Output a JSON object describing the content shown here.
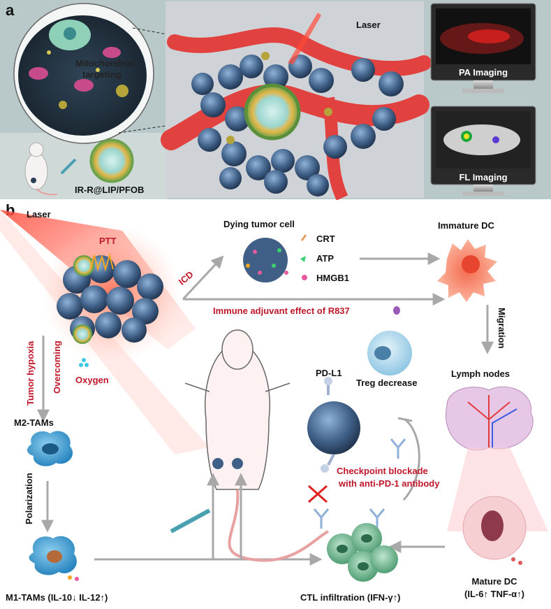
{
  "panel_a": {
    "label": "a",
    "cell_text": "Mitochondrial\ntargeting",
    "nanoparticle": "IR-R@LIP/PFOB",
    "laser": "Laser",
    "pa": "PA Imaging",
    "fl": "FL Imaging"
  },
  "panel_b": {
    "label": "b",
    "laser": "Laser",
    "ptt": "PTT",
    "icd": "ICD",
    "dying": "Dying tumor cell",
    "crt": "CRT",
    "atp": "ATP",
    "hmgb1": "HMGB1",
    "immune": "Immune adjuvant effect of R837",
    "imm_dc": "Immature DC",
    "migration": "Migration",
    "lymph": "Lymph nodes",
    "tumor_hypoxia": "Tumor hypoxia",
    "overcoming": "Overcoming",
    "oxygen": "Oxygen",
    "m2": "M2-TAMs",
    "polarization": "Polarization",
    "m1": "M1-TAMs (IL-10↓ IL-12↑)",
    "pdl1": "PD-L1",
    "treg": "Treg decrease",
    "checkpoint1": "Checkpoint blockade",
    "checkpoint2": "with anti-PD-1 antibody",
    "ctl": "CTL infiltration (IFN-γ↑)",
    "mature1": "Mature DC",
    "mature2": "(IL-6↑ TNF-α↑)"
  },
  "colors": {
    "accent_red": "#c0172a",
    "arrow_gray": "#a8a8a8",
    "vessel": "#e2423f",
    "tumor": "#3f5f86"
  }
}
